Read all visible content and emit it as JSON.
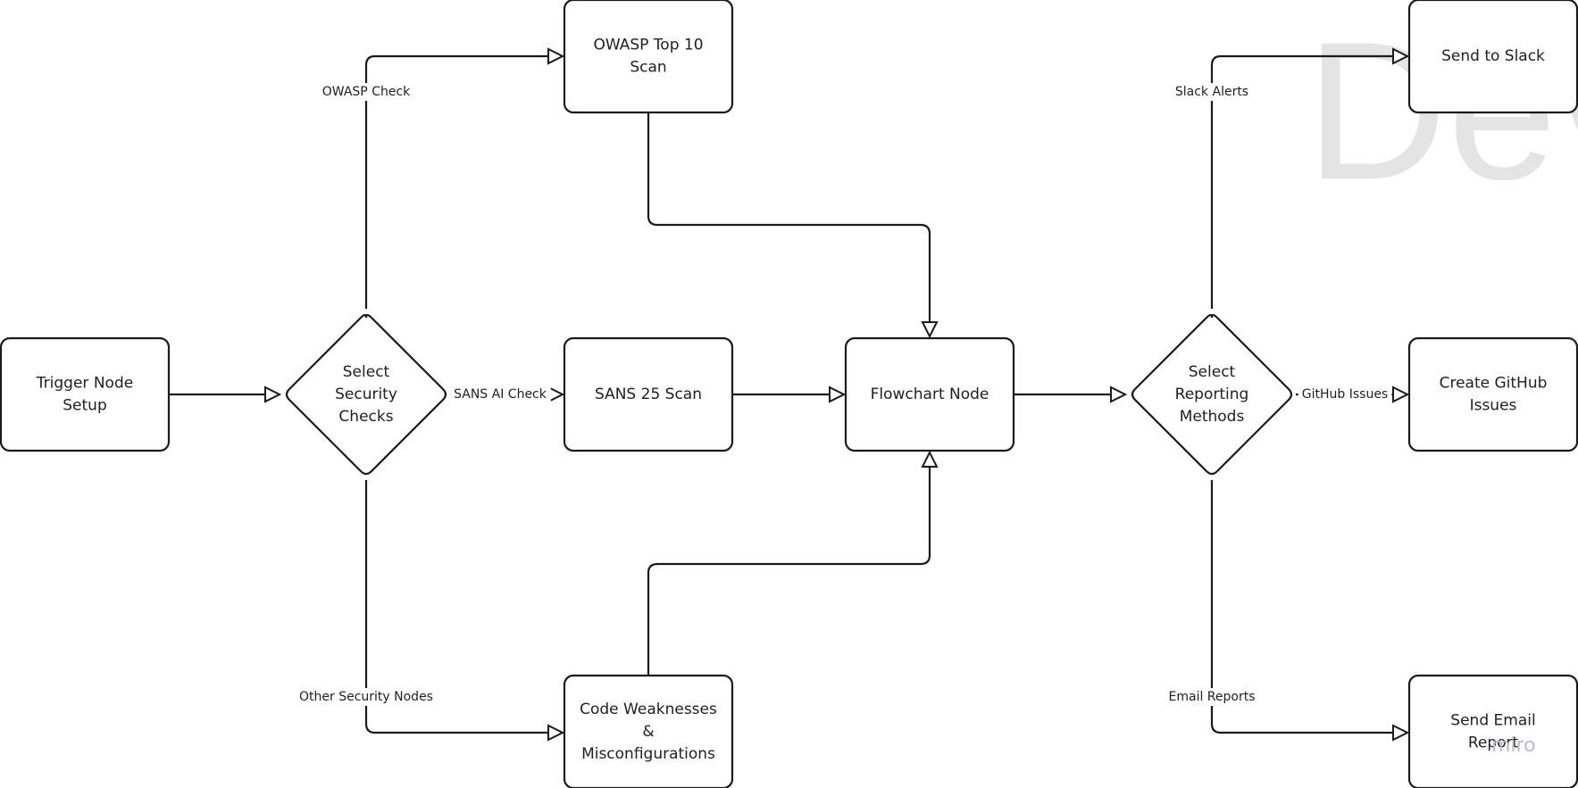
{
  "watermark": {
    "text": "Dev"
  },
  "brand": {
    "text": "miro"
  },
  "nodes": [
    {
      "id": "trigger",
      "shape": "rect",
      "lines": [
        "Trigger Node",
        "Setup"
      ]
    },
    {
      "id": "select-security",
      "shape": "diamond",
      "lines": [
        "Select",
        "Security",
        "Checks"
      ]
    },
    {
      "id": "owasp-scan",
      "shape": "rect",
      "lines": [
        "OWASP Top 10",
        "Scan"
      ]
    },
    {
      "id": "sans-scan",
      "shape": "rect",
      "lines": [
        "SANS 25 Scan"
      ]
    },
    {
      "id": "code-weak",
      "shape": "rect",
      "lines": [
        "Code Weaknesses",
        "&",
        "Misconfigurations"
      ]
    },
    {
      "id": "flowchart",
      "shape": "rect",
      "lines": [
        "Flowchart Node"
      ]
    },
    {
      "id": "select-reporting",
      "shape": "diamond",
      "lines": [
        "Select",
        "Reporting",
        "Methods"
      ]
    },
    {
      "id": "slack",
      "shape": "rect",
      "lines": [
        "Send to Slack"
      ]
    },
    {
      "id": "github",
      "shape": "rect",
      "lines": [
        "Create GitHub",
        "Issues"
      ]
    },
    {
      "id": "email",
      "shape": "rect",
      "lines": [
        "Send Email",
        "Report"
      ]
    }
  ],
  "edges": [
    {
      "id": "trigger-to-select",
      "from": "trigger",
      "to": "select-security",
      "label": ""
    },
    {
      "id": "select-to-owasp",
      "from": "select-security",
      "to": "owasp-scan",
      "label": "OWASP Check"
    },
    {
      "id": "select-to-sans",
      "from": "select-security",
      "to": "sans-scan",
      "label": "SANS AI Check"
    },
    {
      "id": "select-to-code",
      "from": "select-security",
      "to": "code-weak",
      "label": "Other Security Nodes"
    },
    {
      "id": "owasp-to-flow",
      "from": "owasp-scan",
      "to": "flowchart",
      "label": ""
    },
    {
      "id": "sans-to-flow",
      "from": "sans-scan",
      "to": "flowchart",
      "label": ""
    },
    {
      "id": "code-to-flow",
      "from": "code-weak",
      "to": "flowchart",
      "label": ""
    },
    {
      "id": "flow-to-reporting",
      "from": "flowchart",
      "to": "select-reporting",
      "label": ""
    },
    {
      "id": "reporting-to-slack",
      "from": "select-reporting",
      "to": "slack",
      "label": "Slack Alerts"
    },
    {
      "id": "reporting-to-github",
      "from": "select-reporting",
      "to": "github",
      "label": "GitHub Issues"
    },
    {
      "id": "reporting-to-email",
      "from": "select-reporting",
      "to": "email",
      "label": "Email Reports"
    }
  ]
}
